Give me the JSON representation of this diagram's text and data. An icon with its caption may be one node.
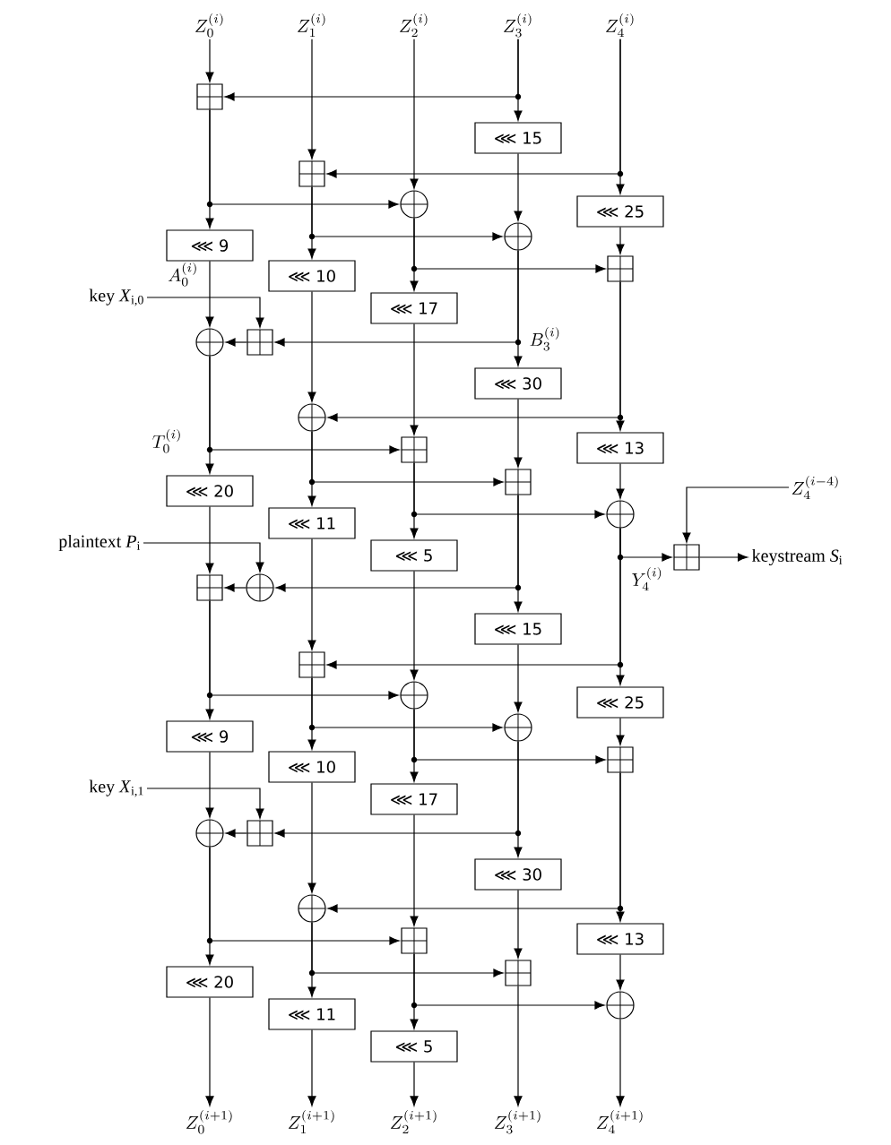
{
  "diagram": {
    "nodes": [
      {
        "text": [
          "Z_0^{(i)}"
        ]
      },
      {
        "text": [
          "Z_1^{(i)}"
        ]
      },
      {
        "text": [
          "Z_2^{(i)}"
        ]
      },
      {
        "text": [
          "Z_3^{(i)}"
        ]
      },
      {
        "text": [
          "Z_4^{(i)}"
        ]
      },
      {
        "text": [],
        "shape": "box"
      },
      {
        "text": [
          "⋘ 15"
        ]
      },
      {
        "text": [],
        "shape": "box"
      },
      {
        "text": [],
        "shape": "circle"
      },
      {
        "text": [
          "⋘ 25"
        ]
      },
      {
        "text": [],
        "shape": "circle"
      },
      {
        "text": [
          "⋘ 9"
        ]
      },
      {
        "text": [],
        "shape": "box"
      },
      {
        "text": [
          "⋘ 10"
        ]
      },
      {
        "text": [
          "⋘ 17"
        ]
      },
      {
        "text": [
          "key *X*$_{i,0}$"
        ]
      },
      {
        "text": [],
        "shape": "circle"
      },
      {
        "text": [],
        "shape": "box"
      },
      {
        "text": [
          "⋘ 30"
        ]
      },
      {
        "text": [],
        "shape": "circle"
      },
      {
        "text": [],
        "shape": "box"
      },
      {
        "text": [
          "⋘ 13"
        ]
      },
      {
        "text": [],
        "shape": "box"
      },
      {
        "text": [
          "⋘ 20"
        ]
      },
      {
        "text": [],
        "shape": "circle"
      },
      {
        "text": [
          "⋘ 11"
        ]
      },
      {
        "text": [
          "Z_4^{(i-4)}"
        ]
      },
      {
        "text": [
          "⋘ 5"
        ]
      },
      {
        "text": [],
        "shape": "box"
      },
      {
        "text": [
          "keystream *S*$_{i}$"
        ]
      },
      {
        "text": [
          "plaintext *P*$_{i}$"
        ]
      },
      {
        "text": [],
        "shape": "box"
      },
      {
        "text": [],
        "shape": "circle"
      },
      {
        "text": [
          "⋘ 15"
        ]
      },
      {
        "text": [],
        "shape": "box"
      },
      {
        "text": [],
        "shape": "circle"
      },
      {
        "text": [
          "⋘ 25"
        ]
      },
      {
        "text": [],
        "shape": "circle"
      },
      {
        "text": [
          "⋘ 9"
        ]
      },
      {
        "text": [],
        "shape": "box"
      },
      {
        "text": [
          "⋘ 10"
        ]
      },
      {
        "text": [
          "⋘ 17"
        ]
      },
      {
        "text": [
          "key *X*$_{i,1}$"
        ]
      },
      {
        "text": [],
        "shape": "circle"
      },
      {
        "text": [],
        "shape": "box"
      },
      {
        "text": [
          "⋘ 30"
        ]
      },
      {
        "text": [],
        "shape": "circle"
      },
      {
        "text": [],
        "shape": "box"
      },
      {
        "text": [
          "⋘ 13"
        ]
      },
      {
        "text": [],
        "shape": "box"
      },
      {
        "text": [
          "⋘ 20"
        ]
      },
      {
        "text": [],
        "shape": "circle"
      },
      {
        "text": [
          "⋘ 11"
        ]
      },
      {
        "text": [
          "⋘ 5"
        ]
      },
      {
        "text": [
          "Z_0^{(i+1)}"
        ]
      },
      {
        "text": [
          "Z_1^{(i+1)}"
        ]
      },
      {
        "text": [
          "Z_2^{(i+1)}"
        ]
      },
      {
        "text": [
          "Z_3^{(i+1)}"
        ]
      },
      {
        "text": [
          "Z_4^{(i+1)}"
        ]
      }
    ],
    "edges": [
      {
        "from": 0,
        "to": 5,
        "arrow": "to"
      },
      {
        "from": 1,
        "to": 7,
        "arrow": "to"
      },
      {
        "from": 2,
        "to": 8,
        "arrow": "to"
      },
      {
        "from": 3,
        "to": 5,
        "arrow": "to"
      },
      {
        "from": 3,
        "to": 6,
        "arrow": "to"
      },
      {
        "from": 4,
        "to": 7,
        "arrow": "to"
      },
      {
        "from": 4,
        "to": 9,
        "arrow": "to"
      },
      {
        "from": 5,
        "to": 8,
        "arrow": "to"
      },
      {
        "from": 5,
        "to": 11,
        "arrow": "to"
      },
      {
        "from": 6,
        "to": 10,
        "arrow": "to"
      },
      {
        "from": 7,
        "to": 10,
        "arrow": "to"
      },
      {
        "from": 7,
        "to": 13,
        "arrow": "to"
      },
      {
        "from": 8,
        "to": 12,
        "arrow": "to"
      },
      {
        "from": 8,
        "to": 14,
        "arrow": "to"
      },
      {
        "from": 9,
        "to": 12,
        "arrow": "to"
      },
      {
        "from": 11,
        "to": 16,
        "arrow": "to"
      },
      {
        "from": 15,
        "to": 17,
        "arrow": "to"
      },
      {
        "from": 10,
        "to": 17,
        "arrow": "to"
      },
      {
        "from": 10,
        "to": 18,
        "arrow": "to"
      },
      {
        "from": 17,
        "to": 16,
        "arrow": "to"
      },
      {
        "from": 13,
        "to": 19,
        "arrow": "to"
      },
      {
        "from": 12,
        "to": 19,
        "arrow": "to"
      },
      {
        "from": 12,
        "to": 21,
        "arrow": "to"
      },
      {
        "from": 16,
        "to": 20,
        "arrow": "to"
      },
      {
        "from": 16,
        "to": 23,
        "arrow": "to"
      },
      {
        "from": 14,
        "to": 20,
        "arrow": "to"
      },
      {
        "from": 18,
        "to": 22,
        "arrow": "to"
      },
      {
        "from": 19,
        "to": 22,
        "arrow": "to"
      },
      {
        "from": 19,
        "to": 25,
        "arrow": "to"
      },
      {
        "from": 20,
        "to": 24,
        "arrow": "to"
      },
      {
        "from": 20,
        "to": 27,
        "arrow": "to"
      },
      {
        "from": 21,
        "to": 24,
        "arrow": "to"
      },
      {
        "from": 26,
        "to": 28,
        "arrow": "to"
      },
      {
        "from": 24,
        "to": 28,
        "arrow": "to"
      },
      {
        "from": 28,
        "to": 29,
        "arrow": "to"
      },
      {
        "from": 30,
        "to": 32,
        "arrow": "to"
      },
      {
        "from": 23,
        "to": 31,
        "arrow": "to"
      },
      {
        "from": 22,
        "to": 32,
        "arrow": "to"
      },
      {
        "from": 22,
        "to": 33,
        "arrow": "to"
      },
      {
        "from": 32,
        "to": 31,
        "arrow": "to"
      },
      {
        "from": 24,
        "to": 34,
        "arrow": "to"
      },
      {
        "from": 24,
        "to": 36,
        "arrow": "to"
      },
      {
        "from": 25,
        "to": 34,
        "arrow": "to"
      },
      {
        "from": 27,
        "to": 35,
        "arrow": "to"
      },
      {
        "from": 31,
        "to": 35,
        "arrow": "to"
      },
      {
        "from": 31,
        "to": 38,
        "arrow": "to"
      },
      {
        "from": 33,
        "to": 37,
        "arrow": "to"
      },
      {
        "from": 34,
        "to": 37,
        "arrow": "to"
      },
      {
        "from": 34,
        "to": 40,
        "arrow": "to"
      },
      {
        "from": 35,
        "to": 39,
        "arrow": "to"
      },
      {
        "from": 35,
        "to": 41,
        "arrow": "to"
      },
      {
        "from": 36,
        "to": 39,
        "arrow": "to"
      },
      {
        "from": 38,
        "to": 43,
        "arrow": "to"
      },
      {
        "from": 42,
        "to": 44,
        "arrow": "to"
      },
      {
        "from": 37,
        "to": 44,
        "arrow": "to"
      },
      {
        "from": 37,
        "to": 45,
        "arrow": "to"
      },
      {
        "from": 44,
        "to": 43,
        "arrow": "to"
      },
      {
        "from": 40,
        "to": 46,
        "arrow": "to"
      },
      {
        "from": 39,
        "to": 46,
        "arrow": "to"
      },
      {
        "from": 39,
        "to": 48,
        "arrow": "to"
      },
      {
        "from": 43,
        "to": 47,
        "arrow": "to"
      },
      {
        "from": 43,
        "to": 50,
        "arrow": "to"
      },
      {
        "from": 41,
        "to": 47,
        "arrow": "to"
      },
      {
        "from": 45,
        "to": 49,
        "arrow": "to"
      },
      {
        "from": 46,
        "to": 49,
        "arrow": "to"
      },
      {
        "from": 46,
        "to": 52,
        "arrow": "to"
      },
      {
        "from": 47,
        "to": 51,
        "arrow": "to"
      },
      {
        "from": 47,
        "to": 53,
        "arrow": "to"
      },
      {
        "from": 48,
        "to": 51,
        "arrow": "to"
      },
      {
        "from": 50,
        "to": 54,
        "arrow": "to"
      },
      {
        "from": 52,
        "to": 55,
        "arrow": "to"
      },
      {
        "from": 53,
        "to": 56,
        "arrow": "to"
      },
      {
        "from": 49,
        "to": 57,
        "arrow": "to"
      },
      {
        "from": 51,
        "to": 58,
        "arrow": "to"
      }
    ],
    "labels": [
      "A_0^{(i)}",
      "B_3^{(i)}",
      "T_0^{(i)}",
      "Y_4^{(i)}"
    ]
  }
}
